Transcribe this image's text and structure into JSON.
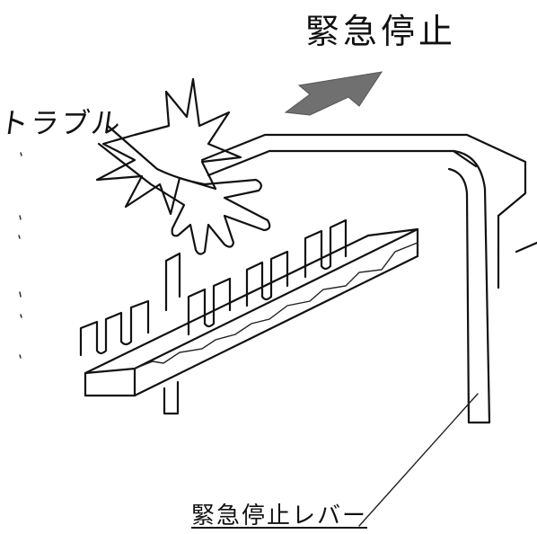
{
  "labels": {
    "emergency_stop": "緊急停止",
    "trouble": "トラブル",
    "emergency_stop_lever": "緊急停止レバー"
  },
  "colors": {
    "ink": "#111111",
    "arrow": "#707070",
    "paper": "#ffffff"
  }
}
